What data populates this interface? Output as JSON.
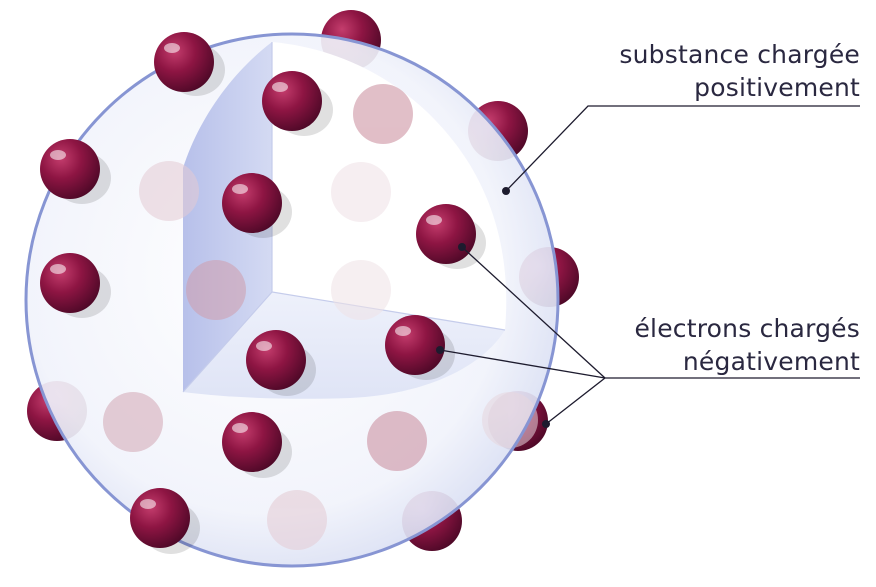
{
  "labels": {
    "substance": {
      "line1": "substance chargée",
      "line2": "positivement"
    },
    "electrons": {
      "line1": "électrons chargés",
      "line2": "négativement"
    }
  },
  "colors": {
    "electron": "#8a1440",
    "electron_dark": "#4a0a26",
    "sphere_fill": "#e8ecf8",
    "sphere_edge": "#7f8fd0",
    "cutaway_wall": "#c9d0ee",
    "leader_line": "#1d1b2e",
    "text": "#2a2840"
  }
}
